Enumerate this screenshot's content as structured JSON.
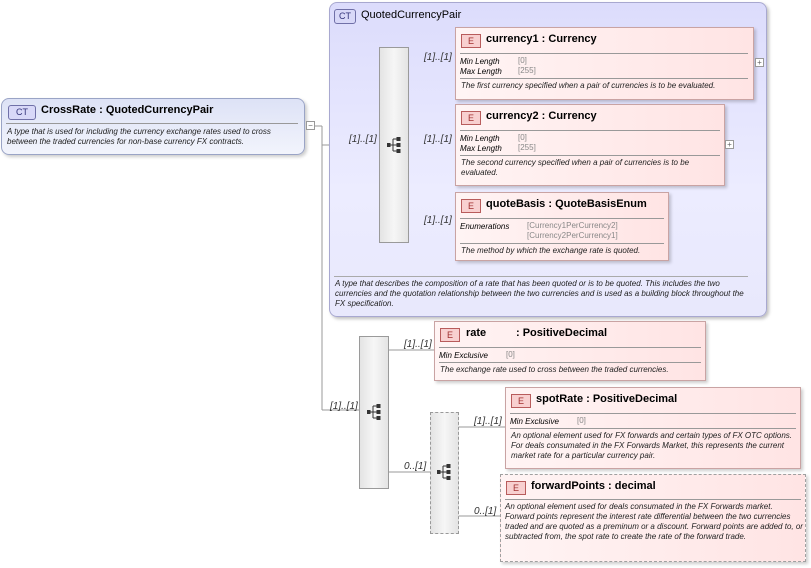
{
  "root": {
    "badge": "CT",
    "name": "CrossRate",
    "type": ": QuotedCurrencyPair",
    "description": "A type that is used for including the currency exchange rates used to cross between the traded currencies for non-base currency FX contracts."
  },
  "quoted_currency_pair": {
    "badge": "CT",
    "title": "QuotedCurrencyPair",
    "description": "A type that describes the composition of a rate that has been quoted or is to be quoted. This includes the two currencies and the quotation relationship between the two currencies and is used as a building block throughout the FX specification.",
    "cardinality": "[1]..[1]"
  },
  "elements": {
    "currency1": {
      "badge": "E",
      "name": "currency1",
      "type": ": Currency",
      "cardinality": "[1]..[1]",
      "facets": [
        {
          "key": "Min Length",
          "value": "[0]"
        },
        {
          "key": "Max Length",
          "value": "[255]"
        }
      ],
      "description": "The first currency specified when a pair of currencies is to be evaluated."
    },
    "currency2": {
      "badge": "E",
      "name": "currency2",
      "type": ": Currency",
      "cardinality": "[1]..[1]",
      "facets": [
        {
          "key": "Min Length",
          "value": "[0]"
        },
        {
          "key": "Max Length",
          "value": "[255]"
        }
      ],
      "description": "The second currency specified when a pair of currencies is to be evaluated."
    },
    "quoteBasis": {
      "badge": "E",
      "name": "quoteBasis",
      "type": ": QuoteBasisEnum",
      "cardinality": "[1]..[1]",
      "facet_key": "Enumerations",
      "facet_values": [
        "[Currency1PerCurrency2]",
        "[Currency2PerCurrency1]"
      ],
      "description": "The method by which the exchange rate is quoted."
    },
    "rate": {
      "badge": "E",
      "name": "rate",
      "type": ": PositiveDecimal",
      "cardinality": "[1]..[1]",
      "facet_key": "Min Exclusive",
      "facet_value": "[0]",
      "description": "The exchange rate used to cross between the traded currencies."
    },
    "spotRate": {
      "badge": "E",
      "name": "spotRate",
      "type": ": PositiveDecimal",
      "cardinality": "[1]..[1]",
      "facet_key": "Min Exclusive",
      "facet_value": "[0]",
      "description": "An optional element used for FX forwards and certain types of FX OTC options. For deals consumated in the FX Forwards Market, this represents the current market rate for a particular currency pair."
    },
    "forwardPoints": {
      "badge": "E",
      "name": "forwardPoints",
      "type": ": decimal",
      "cardinality": "0..[1]",
      "description": "An optional element used for deals consumated in the FX Forwards market. Forward points represent the interest rate differential between the two currencies traded and are quoted as a preminum or a discount. Forward points are added to, or subtracted from, the spot rate to create the rate of the forward trade."
    }
  },
  "sequences": {
    "outer_cardinality": "[1]..[1]",
    "optional_cardinality": "0..[1]"
  },
  "expanders": {
    "plus": "+",
    "minus": "−"
  },
  "icons": {
    "sequence": "sequence-icon",
    "complex-type": "complex-type-icon",
    "element": "element-icon"
  }
}
